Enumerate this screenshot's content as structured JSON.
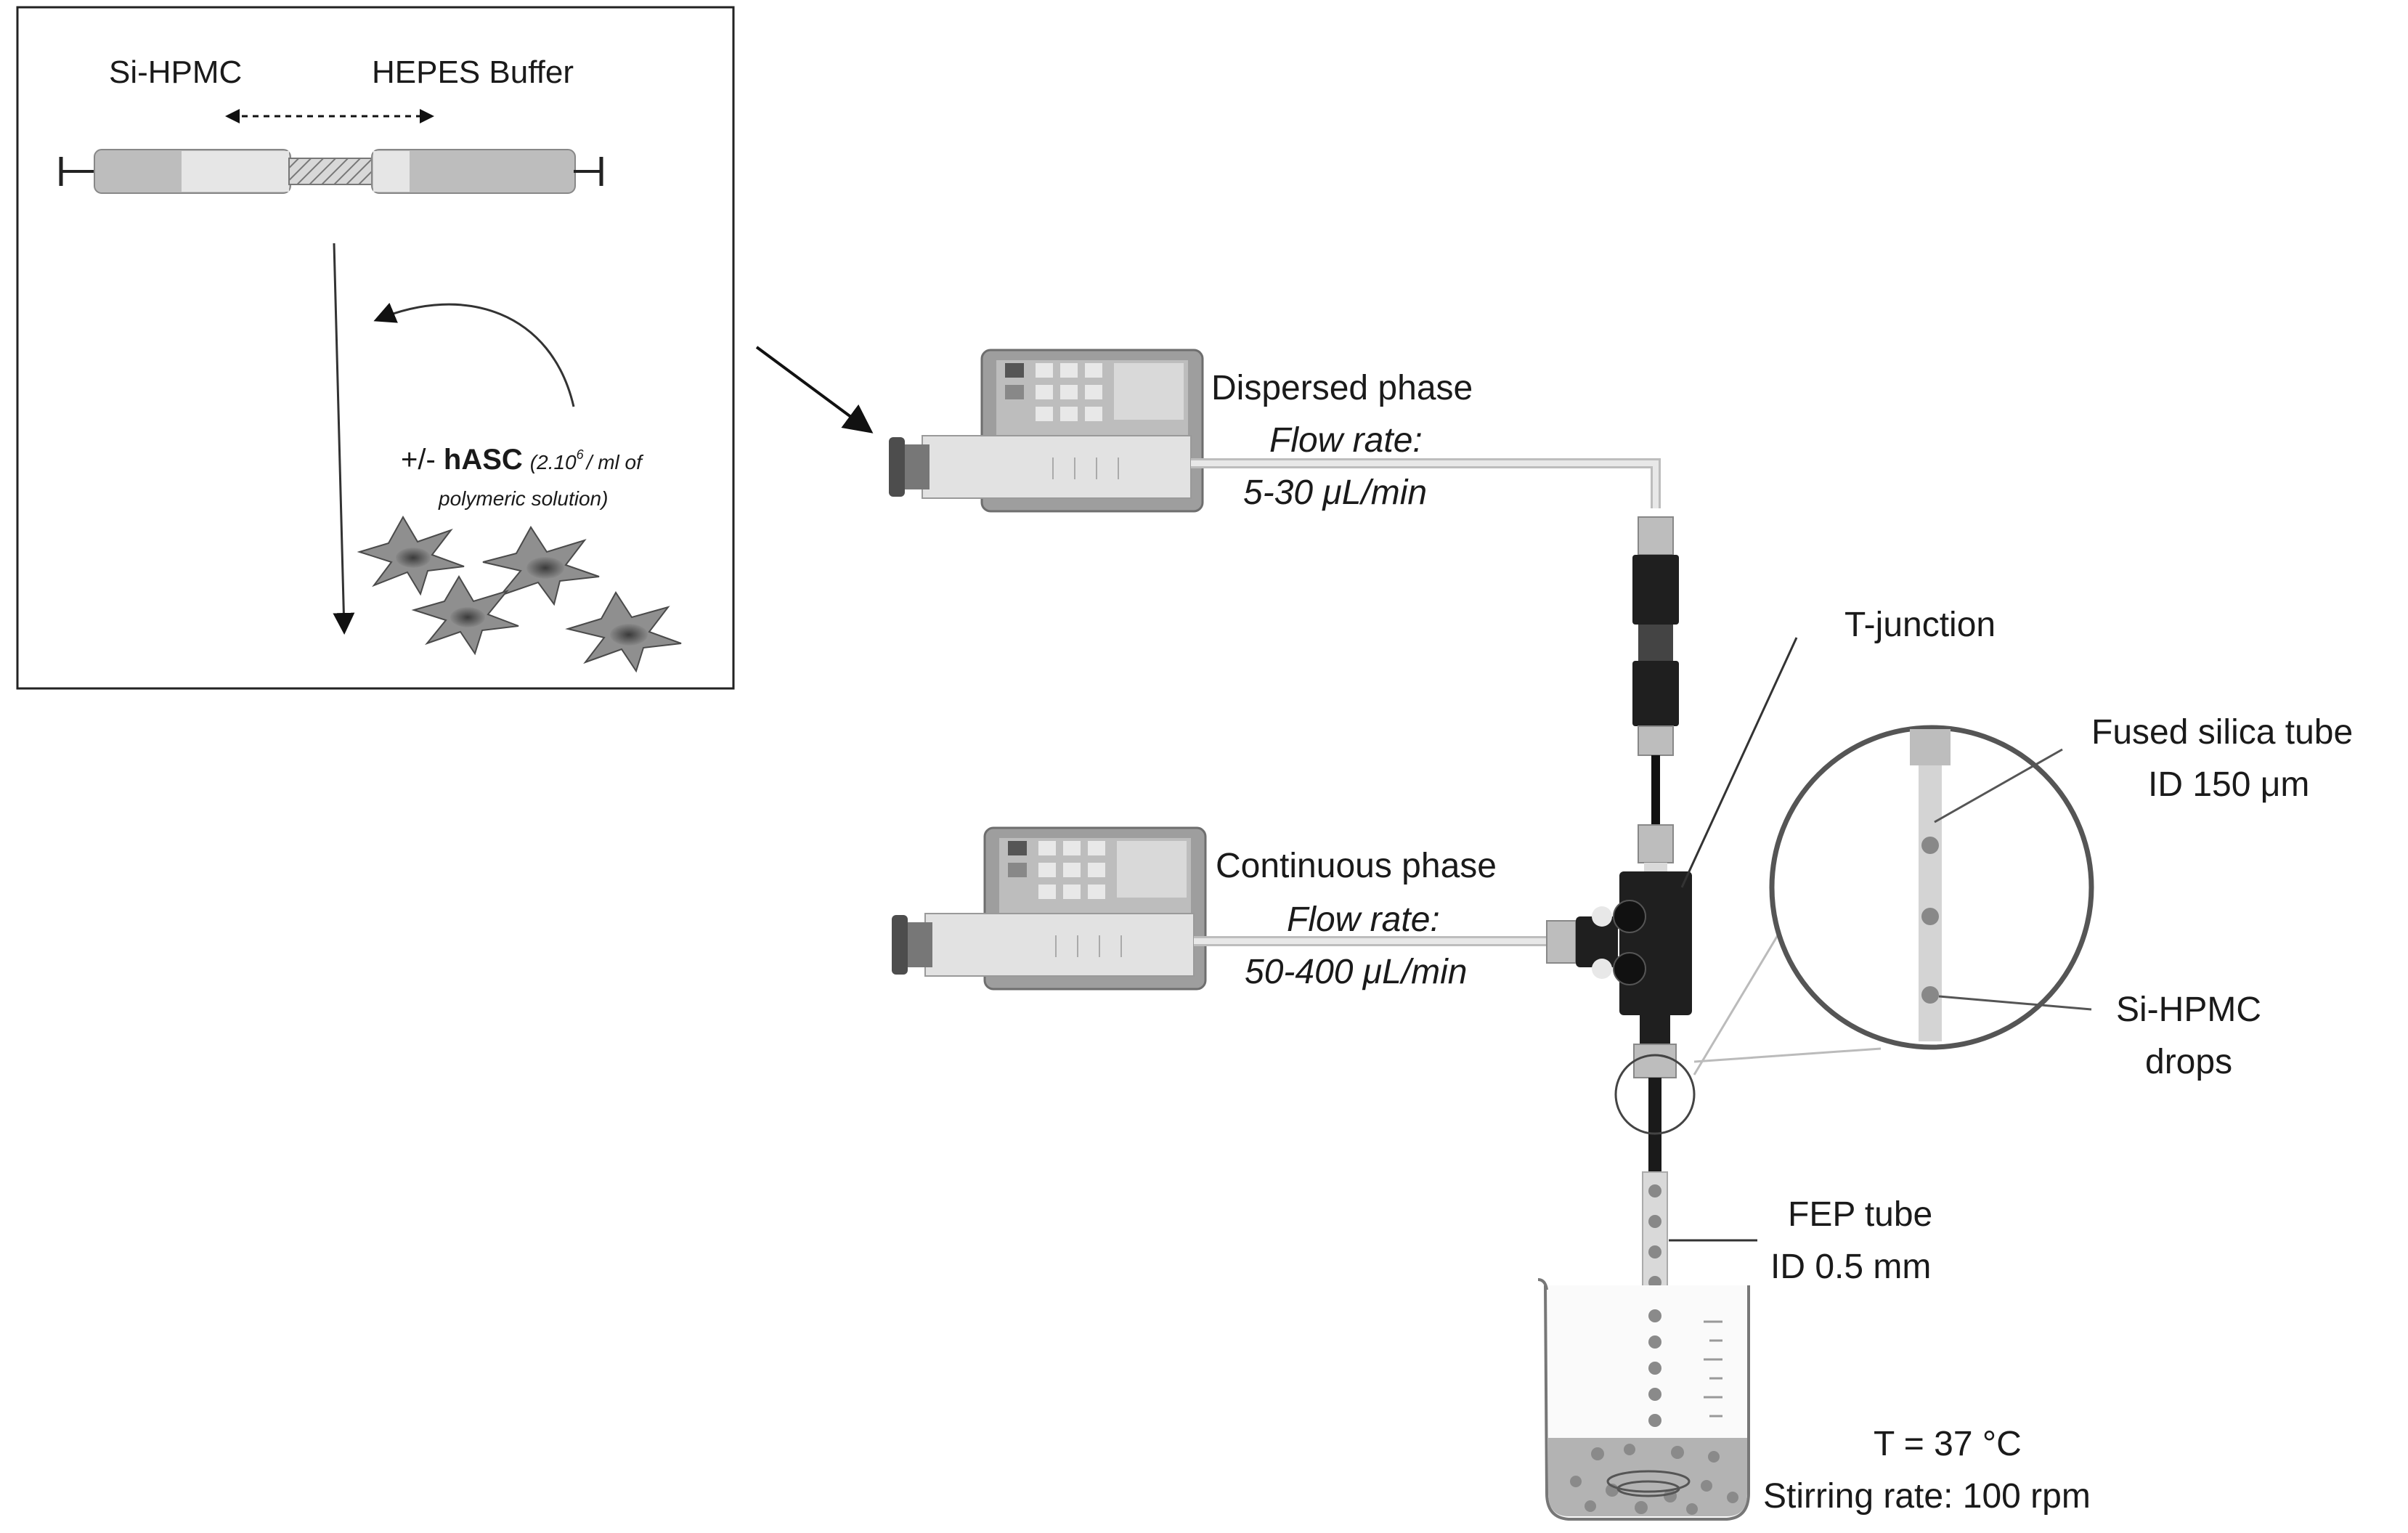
{
  "inset": {
    "label_left": "Si-HPMC",
    "label_right": "HEPES Buffer",
    "cells_prefix": "+/- ",
    "cells_label": "hASC",
    "cells_conc_a": "(2.10",
    "cells_conc_sup": "6",
    "cells_conc_b": "/ ml of",
    "cells_conc_line2": "polymeric solution)"
  },
  "pump_dispersed": {
    "phase": "Dispersed phase",
    "flow_label": "Flow rate:",
    "flow_value": "5-30 μL/min"
  },
  "pump_continuous": {
    "phase": "Continuous phase",
    "flow_label": "Flow rate:",
    "flow_value": "50-400 μL/min"
  },
  "tjunction_label": "T-junction",
  "zoom": {
    "silica_line1": "Fused silica tube",
    "silica_line2": "ID 150 μm",
    "drops_line1": "Si-HPMC",
    "drops_line2": "drops"
  },
  "fep": {
    "line1": "FEP tube",
    "line2": "ID 0.5 mm"
  },
  "beaker": {
    "temperature": "T = 37 °C",
    "stirring": "Stirring rate: 100 rpm"
  }
}
